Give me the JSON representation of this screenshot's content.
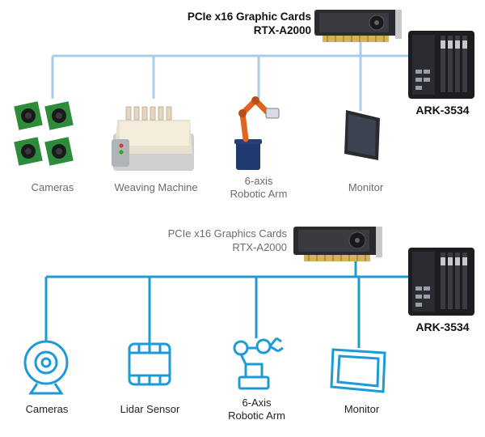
{
  "colors": {
    "top_line": "#a9cde6",
    "bottom_line": "#1e9ad6",
    "label_gray": "#6b6b6b",
    "dark_text": "#111111",
    "pcb_green": "#2e8b3c",
    "robot_orange": "#e0631f",
    "robot_blue": "#1f3a6e",
    "computer_dark": "#1c1d21",
    "gpu_dark": "#2a2b2e",
    "gpu_gold": "#d4b35a"
  },
  "top": {
    "gpu_label_line1": "PCIe x16 Graphic Cards",
    "gpu_label_line2": "RTX-A2000",
    "computer_label": "ARK-3534",
    "devices": [
      {
        "label": "Cameras",
        "icon": "camera-modules-photo"
      },
      {
        "label": "Weaving Machine",
        "icon": "weaving-machine-photo"
      },
      {
        "label": "6-axis\nRobotic Arm",
        "icon": "robotic-arm-photo"
      },
      {
        "label": "Monitor",
        "icon": "monitor-photo"
      }
    ]
  },
  "bottom": {
    "gpu_label_line1": "PCIe x16 Graphics Cards",
    "gpu_label_line2": "RTX-A2000",
    "computer_label": "ARK-3534",
    "devices": [
      {
        "label": "Cameras",
        "icon": "webcam-icon"
      },
      {
        "label": "Lidar Sensor",
        "icon": "lidar-sensor-icon"
      },
      {
        "label": "6-Axis\nRobotic Arm",
        "icon": "robotic-arm-icon"
      },
      {
        "label": "Monitor",
        "icon": "monitor-icon"
      }
    ]
  }
}
